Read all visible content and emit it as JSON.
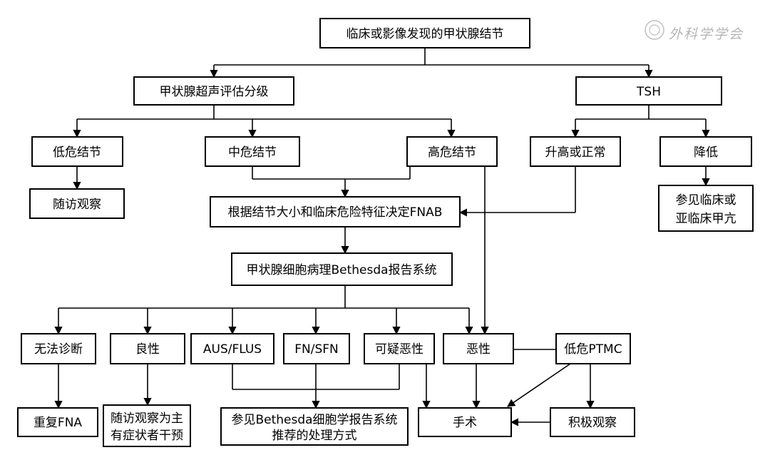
{
  "watermark": {
    "text": "外科学学会"
  },
  "nodes": {
    "root": "临床或影像发现的甲状腺结节",
    "us_grading": "甲状腺超声评估分级",
    "tsh": "TSH",
    "low_risk": "低危结节",
    "mid_risk": "中危结节",
    "high_risk": "高危结节",
    "tsh_high": "升高或正常",
    "tsh_low": "降低",
    "follow_up": "随访观察",
    "hyper": [
      "参见临床或",
      "亚临床甲亢"
    ],
    "fnab": "根据结节大小和临床危险特征决定FNAB",
    "bethesda": "甲状腺细胞病理Bethesda报告系统",
    "nondiag": "无法诊断",
    "benign": "良性",
    "aus": "AUS/FLUS",
    "fn": "FN/SFN",
    "suspicious": "可疑恶性",
    "malignant": "恶性",
    "ptmc": "低危PTMC",
    "repeat_fna": "重复FNA",
    "benign_follow": [
      "随访观察为主",
      "有症状者干预"
    ],
    "bethesda_ref": [
      "参见Bethesda细胞学报告系统",
      "推荐的处理方式"
    ],
    "surgery": "手术",
    "active_obs": "积极观察"
  }
}
